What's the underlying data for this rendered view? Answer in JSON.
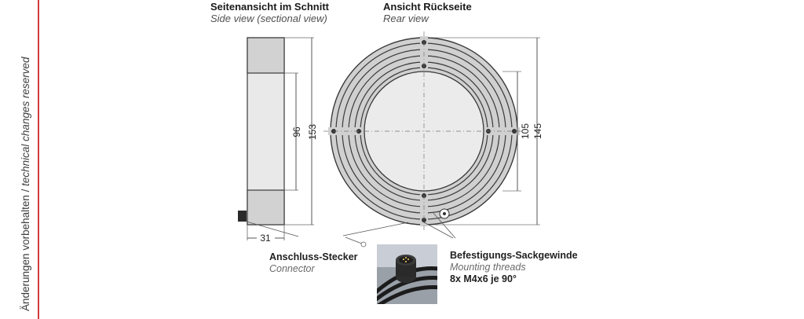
{
  "side_note": {
    "text_de": "Änderungen vorbehalten",
    "sep": " / ",
    "text_en": "technical changes reserved"
  },
  "side_view": {
    "title": "Seitenansicht im Schnitt",
    "subtitle": "Side view (sectional view)"
  },
  "rear_view": {
    "title": "Ansicht Rückseite",
    "subtitle": "Rear view"
  },
  "dimensions": {
    "d96": "96",
    "d153": "153",
    "d31": "31",
    "d105": "105",
    "d145": "145"
  },
  "connector": {
    "title": "Anschluss-Stecker",
    "subtitle": "Connector"
  },
  "threads": {
    "title": "Befestigungs-Sackgewinde",
    "subtitle": "Mounting threads",
    "spec": "8x M4x6 je 90°"
  },
  "colors": {
    "rule": "#d23a3a",
    "ring": "#cfcfcf",
    "slot": "#555555",
    "face": "#ececec"
  }
}
